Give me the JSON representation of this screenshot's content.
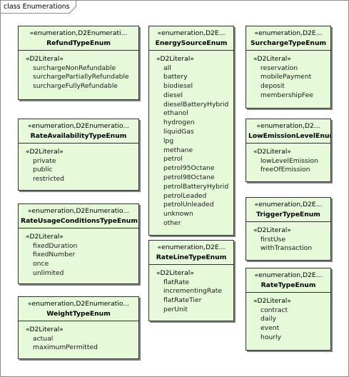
{
  "frame_title": "class Enumerations",
  "classes": [
    {
      "id": "refund",
      "stereotype": "«enumeration,D2Enumerati...",
      "name": "RefundTypeEnum",
      "literal_tag": "«D2Literal»",
      "literals": [
        "surchargeNonRefundable",
        "surchargePartiallyRefundable",
        "surchargeFullyRefundable"
      ]
    },
    {
      "id": "rate-availability",
      "stereotype": "«enumeration,D2Enumeratio...",
      "name": "RateAvailabilityTypeEnum",
      "literal_tag": "«D2Literal»",
      "literals": [
        "private",
        "public",
        "restricted"
      ]
    },
    {
      "id": "rate-usage",
      "stereotype": "«enumeration,D2Enumeratio...",
      "name": "RateUsageConditionsTypeEnum",
      "literal_tag": "«D2Literal»",
      "literals": [
        "fixedDuration",
        "fixedNumber",
        "once",
        "unlimited"
      ]
    },
    {
      "id": "weight",
      "stereotype": "«enumeration,D2Enumeratio...",
      "name": "WeightTypeEnum",
      "literal_tag": "«D2Literal»",
      "literals": [
        "actual",
        "maximumPermitted"
      ]
    },
    {
      "id": "energy-source",
      "stereotype": "«enumeration,D2E...",
      "name": "EnergySourceEnum",
      "literal_tag": "«D2Literal»",
      "literals": [
        "all",
        "battery",
        "biodiesel",
        "diesel",
        "dieselBatteryHybrid",
        "ethanol",
        "hydrogen",
        "liquidGas",
        "lpg",
        "methane",
        "petrol",
        "petrol95Octane",
        "petrol98Octane",
        "petrolBatteryHybrid",
        "petrolLeaded",
        "petrolUnleaded",
        "unknown",
        "other"
      ]
    },
    {
      "id": "rate-line",
      "stereotype": "«enumeration,D2E...",
      "name": "RateLineTypeEnum",
      "literal_tag": "«D2Literal»",
      "literals": [
        "flatRate",
        "incrementingRate",
        "flatRateTier",
        "perUnit"
      ]
    },
    {
      "id": "surcharge",
      "stereotype": "«enumeration,D2E...",
      "name": "SurchargeTypeEnum",
      "literal_tag": "«D2Literal»",
      "literals": [
        "reservation",
        "mobilePayment",
        "deposit",
        "membershipFee"
      ]
    },
    {
      "id": "low-emission",
      "stereotype": "«enumeration,D2...",
      "name": "LowEmissionLevelEnum",
      "literal_tag": "«D2Literal»",
      "literals": [
        "lowLevelEmission",
        "freeOfEmission"
      ]
    },
    {
      "id": "trigger",
      "stereotype": "«enumeration,D2E...",
      "name": "TriggerTypeEnum",
      "literal_tag": "«D2Literal»",
      "literals": [
        "firstUse",
        "withTransaction"
      ]
    },
    {
      "id": "rate-type",
      "stereotype": "«enumeration,D2E...",
      "name": "RateTypeEnum",
      "literal_tag": "«D2Literal»",
      "literals": [
        "contract",
        "daily",
        "event",
        "hourly"
      ]
    }
  ]
}
